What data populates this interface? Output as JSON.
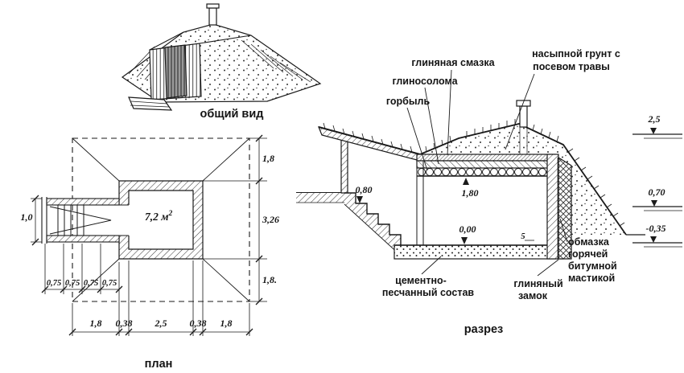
{
  "colors": {
    "ink": "#1a1a1a",
    "paper": "#ffffff"
  },
  "labels": {
    "general_view": "общий вид",
    "plan": "план",
    "section": "разрез"
  },
  "plan": {
    "area": "7,2 м",
    "area_exp": "2",
    "dim_door": "1,0",
    "dim_right": [
      "1,8",
      "3,26",
      "1,8."
    ],
    "dim_steps": [
      "0,75",
      "0,75",
      "0,75",
      "0,75"
    ],
    "dim_bottom": [
      "1,8",
      "0,38",
      "2,5",
      "0,38",
      "1,8"
    ]
  },
  "section": {
    "callouts": {
      "slab": "горбыль",
      "claystraw": "глиносолома",
      "claycoat": "глиняная смазка",
      "fill1": "насыпной грунт с",
      "fill2": "посевом травы"
    },
    "marks": {
      "h080": "0,80",
      "h180": "1,80",
      "h000": "0,00"
    },
    "elevations": {
      "top": "2,5",
      "mid": "0,70",
      "low": "-0,35"
    },
    "cement": [
      "цементно-",
      "песчанный состав"
    ],
    "claylock": [
      "глиняный",
      "замок"
    ],
    "bitumen": [
      "обмазка",
      "горячей",
      "битумной",
      "мастикой"
    ],
    "note": "5"
  }
}
